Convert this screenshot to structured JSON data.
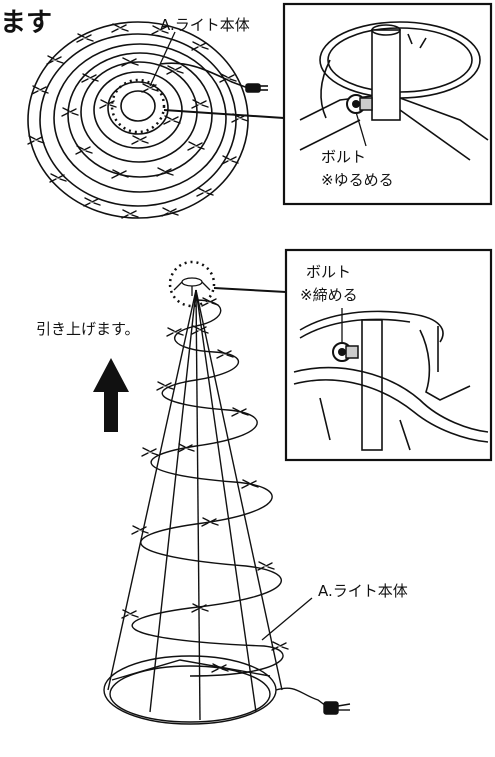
{
  "page": {
    "heading_fragment": "ます"
  },
  "top_illustration": {
    "part_label": "A.ライト本体",
    "callout": {
      "bolt_label": "ボルト",
      "action_note": "※ゆるめる"
    }
  },
  "bottom_illustration": {
    "top_callout": {
      "bolt_label": "ボルト",
      "action_note": "※締める"
    },
    "lift_instruction": "引き上げます。",
    "part_label": "A.ライト本体"
  },
  "colors": {
    "line": "#111111",
    "background": "#ffffff",
    "arrow": "#111111"
  },
  "icons": [
    "up-arrow-icon",
    "bolt-icon",
    "dotted-circle-marker"
  ]
}
